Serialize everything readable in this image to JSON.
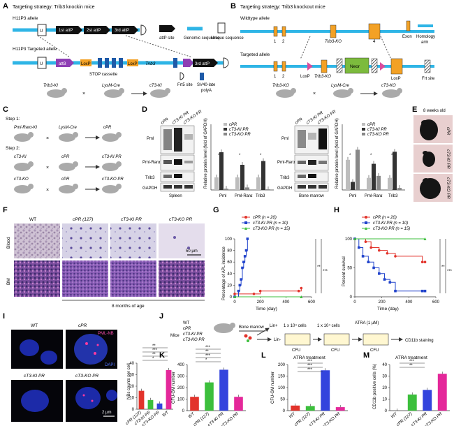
{
  "colors": {
    "cpr": "#e2332b",
    "ki": "#2244cc",
    "ko": "#3cbf3c",
    "wt": "#e2332b",
    "ki_bar": "#3cbf3c",
    "ko_bar": "#3344dd",
    "ko_bar_pink": "#e4289a",
    "backbone": "#2fb5e6",
    "exon_orange": "#f3a125",
    "neor": "#7cbb3d",
    "attb_purple": "#8e3fb4",
    "loxp_pink": "#d94c9d",
    "gray": "#bdbdbd",
    "dark": "#333333"
  },
  "panels": {
    "A": {
      "letter": "A",
      "title": "Targeting strategy: Trib3 knockin mice",
      "allele_wt": "H11P3 allele",
      "allele_tg": "H11P3 Targeted allele",
      "u": "U",
      "attp": [
        "1st attP",
        "2st attP",
        "3rd attP"
      ],
      "attb": "attB",
      "third_attp": "3rd attP",
      "legend": [
        "attP site",
        "Genomic sequence",
        "Unique sequence"
      ],
      "stop": "STOP cassette",
      "trib3": "Trib3",
      "loxp": "LoxP",
      "frt5": "Frt5 site",
      "sv40": "SV40-late polyA",
      "cross": [
        "Trib3-KI",
        "×",
        "LysM-Cre",
        "cT3-KI"
      ]
    },
    "B": {
      "letter": "B",
      "title": "Targeting strategy: Trib3 knockout mice",
      "allele_wt": "Wildtype allele",
      "allele_tg": "Targeted allele",
      "exon_nums": [
        "1",
        "2",
        "4"
      ],
      "trib3ko": "Trib3-KO",
      "legend": [
        "Exon",
        "Homology arm"
      ],
      "neor": "Neor",
      "loxp": "LoxP",
      "frt": "Frt site",
      "cross": [
        "Trib3-KO",
        "×",
        "LysM-Cre",
        "cT3-KO"
      ]
    },
    "C": {
      "letter": "C",
      "step1": "Step 1:",
      "step2": "Step 2:",
      "rows": [
        [
          "Pml-Rarα-KI",
          "LysM-Cre",
          "cPR"
        ],
        [
          "cT3-KI",
          "cPR",
          "cT3-KI PR"
        ],
        [
          "cT3-KO",
          "cPR",
          "cT3-KO PR"
        ]
      ],
      "x": "×"
    },
    "D": {
      "letter": "D",
      "lanes": [
        "cPR",
        "cT3-KI PR",
        "cT3-KO PR"
      ],
      "rows": [
        "Pml",
        "Pml-Rarα",
        "Trib3",
        "GAPDH"
      ],
      "tissue_left": "Spleen",
      "tissue_right": "Bone marrow",
      "ylabel": "Relative protein level (fold of GAPDH)",
      "legend": [
        "cPR",
        "cT3-KI PR",
        "cT3-KO PR"
      ],
      "categories": [
        "Pml",
        "Pml-Rarα",
        "Trib3"
      ],
      "stars": "*"
    },
    "E": {
      "letter": "E",
      "age": "8 weeks old",
      "labels": [
        "cPR",
        "cT3-KI PR",
        "cT3-KO PR"
      ]
    },
    "F": {
      "letter": "F",
      "cols": [
        "WT",
        "cPR (127)",
        "cT3-KI PR",
        "cT3-KO PR"
      ],
      "rows": [
        "Blood",
        "BM"
      ],
      "scale": "50 μm",
      "age": "8 months of age"
    },
    "G": {
      "letter": "G",
      "legend": [
        "cPR (n = 20)",
        "cT3-KI PR (n = 10)",
        "cT3-KO PR (n = 15)"
      ],
      "ylabel": "Percentage of APL incidence",
      "xlabel": "Time (day)",
      "yticks": [
        "0",
        "20",
        "40",
        "60",
        "80",
        "100"
      ],
      "xticks": [
        "0",
        "200",
        "400",
        "600"
      ],
      "sig": [
        "**",
        "***"
      ]
    },
    "H": {
      "letter": "H",
      "legend": [
        "cPR (n = 20)",
        "cT3-KI PR (n = 10)",
        "cT3-KO PR (n = 15)"
      ],
      "ylabel": "Percent survival",
      "xlabel": "Time (day)",
      "yticks": [
        "0",
        "50",
        "100"
      ],
      "xticks": [
        "0",
        "200",
        "400",
        "600"
      ],
      "sig": [
        "**",
        "***"
      ]
    },
    "I": {
      "letter": "I",
      "tiles": [
        "WT",
        "cPR",
        "cT3-KI PR",
        "cT3-KO PR"
      ],
      "pml_nb": "PML-NB",
      "dapi": "DAPI",
      "scale": "2 μm",
      "ylabel": "NBs counts per cell",
      "yticks": [
        "0",
        "10",
        "20",
        "30",
        "40"
      ],
      "categories": [
        "cPR (127)",
        "cT3-KI PR",
        "cT3-KO PR",
        "WT"
      ],
      "sig": [
        "**",
        "***",
        "**",
        "*"
      ]
    },
    "J": {
      "letter": "J",
      "mice": "Mice",
      "groups": [
        "WT",
        "cPR",
        "cT3-KI PR",
        "cT3-KO PR"
      ],
      "bm": "Bone marrow",
      "linp": "Lin+",
      "linm": "Lin-",
      "cfu": "CFU",
      "cells": "1 x 10⁴ cells",
      "atra": "ATRA (1 μM)",
      "cd11b": "CD11b staining"
    },
    "K": {
      "letter": "K",
      "ylabel": "CFU-GM number",
      "yticks": [
        "0",
        "100",
        "200",
        "300",
        "400"
      ],
      "categories": [
        "WT",
        "cPR (127)",
        "cT3-KI PR",
        "cT3-KO PR"
      ],
      "sig": [
        "***",
        "**",
        "***",
        "*"
      ]
    },
    "L": {
      "letter": "L",
      "title": "ATRA treatment",
      "ylabel": "CFU-GM number",
      "yticks": [
        "0",
        "50",
        "100",
        "150",
        "200"
      ],
      "categories": [
        "WT",
        "cPR (127)",
        "cT3-KI PR",
        "cT3-KO PR"
      ],
      "sig": [
        "***",
        "***",
        "***"
      ]
    },
    "M": {
      "letter": "M",
      "title": "ATRA treatment",
      "ylabel": "CD11b positive cells (%)",
      "yticks": [
        "0",
        "10",
        "20",
        "30",
        "40"
      ],
      "categories": [
        "WT",
        "cPR (127)",
        "cT3-KI PR",
        "cT3-KO PR"
      ],
      "sig": [
        "***",
        "**"
      ]
    }
  },
  "chart_data": [
    {
      "id": "D-spleen",
      "type": "bar",
      "categories": [
        "Pml",
        "Pml-Rarα",
        "Trib3"
      ],
      "series": [
        {
          "name": "cPR",
          "values": [
            1.0,
            1.0,
            1.0
          ]
        },
        {
          "name": "cT3-KI PR",
          "values": [
            3.0,
            2.0,
            2.3
          ]
        },
        {
          "name": "cT3-KO PR",
          "values": [
            0.1,
            0.2,
            0.05
          ]
        }
      ],
      "ylim": [
        0,
        4
      ]
    },
    {
      "id": "D-bm",
      "type": "bar",
      "categories": [
        "Pml",
        "Pml-Rarα",
        "Trib3"
      ],
      "series": [
        {
          "name": "cPR",
          "values": [
            1.5,
            0.6,
            0.6
          ]
        },
        {
          "name": "cT3-KI PR",
          "values": [
            0.4,
            1.3,
            1.9
          ]
        },
        {
          "name": "cT3-KO PR",
          "values": [
            2.0,
            0.7,
            0.1
          ]
        }
      ],
      "ylim": [
        0,
        2.5
      ]
    },
    {
      "id": "G",
      "type": "line",
      "title": "",
      "xlabel": "Time (day)",
      "ylabel": "Percentage of APL incidence",
      "xlim": [
        0,
        600
      ],
      "ylim": [
        0,
        100
      ],
      "series": [
        {
          "name": "cPR (n = 20)",
          "x": [
            0,
            150,
            200,
            500,
            520
          ],
          "y": [
            5,
            5,
            10,
            10,
            15
          ]
        },
        {
          "name": "cT3-KI PR (n = 10)",
          "x": [
            0,
            30,
            40,
            50,
            60,
            70,
            80,
            90,
            100
          ],
          "y": [
            0,
            10,
            20,
            30,
            50,
            60,
            70,
            80,
            100
          ]
        },
        {
          "name": "cT3-KO PR (n = 15)",
          "x": [
            0,
            520
          ],
          "y": [
            0,
            0
          ]
        }
      ]
    },
    {
      "id": "H",
      "type": "line",
      "title": "",
      "xlabel": "Time (day)",
      "ylabel": "Percent survival",
      "xlim": [
        0,
        600
      ],
      "ylim": [
        0,
        100
      ],
      "series": [
        {
          "name": "cPR (n = 20)",
          "x": [
            0,
            80,
            120,
            180,
            240,
            300,
            500,
            520
          ],
          "y": [
            100,
            95,
            85,
            80,
            75,
            70,
            60,
            60
          ]
        },
        {
          "name": "cT3-KI PR (n = 10)",
          "x": [
            0,
            30,
            60,
            100,
            140,
            180,
            220,
            260,
            300,
            500,
            520
          ],
          "y": [
            100,
            85,
            70,
            60,
            50,
            40,
            30,
            25,
            10,
            10,
            10
          ]
        },
        {
          "name": "cT3-KO PR (n = 15)",
          "x": [
            0,
            520
          ],
          "y": [
            100,
            100
          ]
        }
      ]
    },
    {
      "id": "I",
      "type": "bar",
      "ylabel": "NBs counts per cell",
      "categories": [
        "cPR (127)",
        "cT3-KI PR",
        "cT3-KO PR",
        "WT"
      ],
      "values": [
        16,
        8,
        5,
        34
      ],
      "ylim": [
        0,
        40
      ]
    },
    {
      "id": "K",
      "type": "bar",
      "ylabel": "CFU-GM number",
      "categories": [
        "WT",
        "cPR (127)",
        "cT3-KI PR",
        "cT3-KO PR"
      ],
      "values": [
        120,
        245,
        355,
        120
      ],
      "ylim": [
        0,
        400
      ]
    },
    {
      "id": "L",
      "type": "bar",
      "title": "ATRA treatment",
      "ylabel": "CFU-GM number",
      "categories": [
        "WT",
        "cPR (127)",
        "cT3-KI PR",
        "cT3-KO PR"
      ],
      "values": [
        22,
        20,
        175,
        15
      ],
      "ylim": [
        0,
        200
      ]
    },
    {
      "id": "M",
      "type": "bar",
      "title": "ATRA treatment",
      "ylabel": "CD11b positive cells (%)",
      "categories": [
        "WT",
        "cPR (127)",
        "cT3-KI PR",
        "cT3-KO PR"
      ],
      "values": [
        0,
        14,
        18,
        32
      ],
      "ylim": [
        0,
        40
      ]
    }
  ]
}
